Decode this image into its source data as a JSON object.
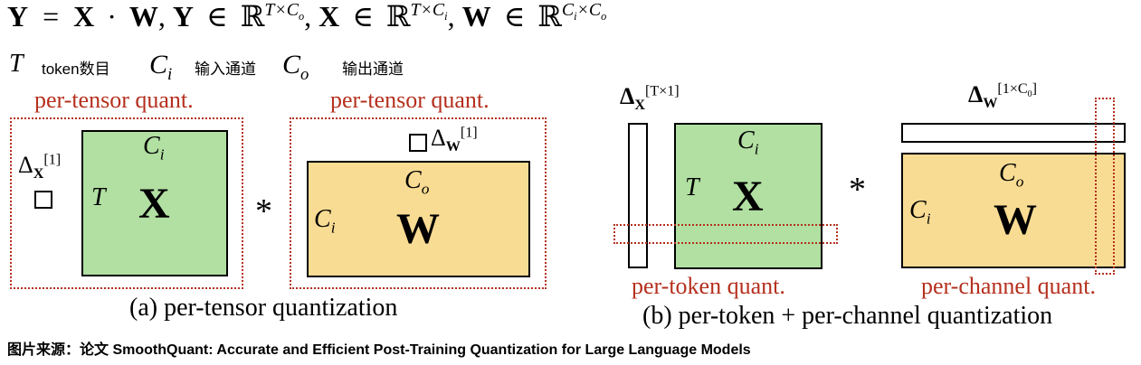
{
  "formula": {
    "y": "Y",
    "eq": "=",
    "x": "X",
    "dot": "·",
    "w": "W",
    "comma": ",",
    "in": "∈",
    "reals": "ℝ",
    "y_space_sup": "T×C",
    "y_space_sub": "o",
    "x_space_sup": "T×C",
    "x_space_sub": "i",
    "w_space_sup": "C",
    "w_space_sub_i": "i",
    "w_space_mid": "×C",
    "w_space_sub_o": "o"
  },
  "legend": {
    "t_symbol": "T",
    "t_desc": "token数目",
    "ci_symbol": "C",
    "ci_sub": "i",
    "ci_desc": "输入通道",
    "co_symbol": "C",
    "co_sub": "o",
    "co_desc": "输出通道"
  },
  "panel_a": {
    "quant_label_left": "per-tensor quant.",
    "quant_label_right": "per-tensor quant.",
    "delta_x": "Δ",
    "delta_x_sub": "X",
    "delta_x_sup": "[1]",
    "delta_w": "Δ",
    "delta_w_sub": "W",
    "delta_w_sup": "[1]",
    "x_matrix": {
      "name": "X",
      "rows": "T",
      "cols": "C",
      "cols_sub": "i"
    },
    "w_matrix": {
      "name": "W",
      "rows": "C",
      "rows_sub": "i",
      "cols": "C",
      "cols_sub": "o"
    },
    "operator": "*",
    "caption": "(a) per-tensor quantization"
  },
  "panel_b": {
    "delta_x": "Δ",
    "delta_x_sub": "X",
    "delta_x_sup": "[T×1]",
    "delta_w": "Δ",
    "delta_w_sub": "W",
    "delta_w_sup": "[1×C",
    "delta_w_sup_sub": "0",
    "delta_w_sup_end": "]",
    "x_matrix": {
      "name": "X",
      "rows": "T",
      "cols": "C",
      "cols_sub": "i"
    },
    "w_matrix": {
      "name": "W",
      "rows": "C",
      "rows_sub": "i",
      "cols": "C",
      "cols_sub": "o"
    },
    "operator": "*",
    "token_label": "per-token quant.",
    "channel_label": "per-channel quant.",
    "caption": "(b) per-token + per-channel quantization"
  },
  "source": "图片来源：论文 SmoothQuant: Accurate and Efficient Post-Training Quantization for Large Language Models",
  "colors": {
    "green": "#b1e0a2",
    "yellow": "#f9dc93",
    "red": "#b5301e"
  }
}
